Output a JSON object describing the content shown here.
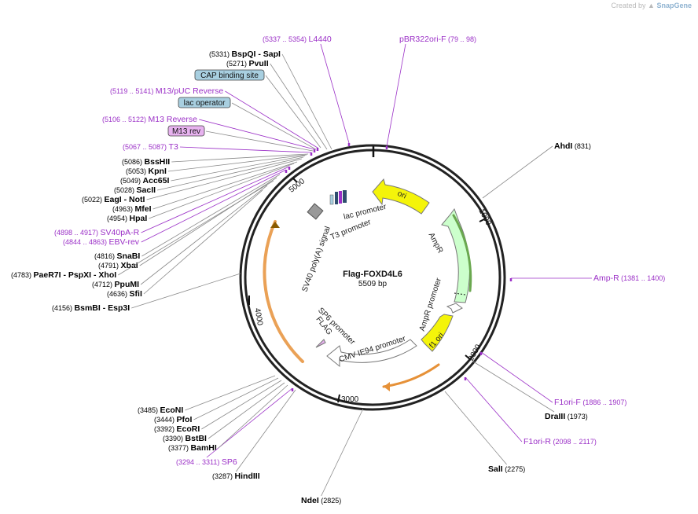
{
  "credit": {
    "prefix": "Created by",
    "brand": "SnapGene"
  },
  "plasmid": {
    "name": "Flag-FOXD4L6",
    "size": "5509 bp"
  },
  "ticks": [
    "1000",
    "2000",
    "3000",
    "4000",
    "5000"
  ],
  "sites": [
    {
      "id": "l4440",
      "pos": "(5337 .. 5354)",
      "name": "L4440",
      "kind": "primer"
    },
    {
      "id": "pbr322",
      "pos": "(79 .. 98)",
      "name": "pBR322ori-F",
      "kind": "primer"
    },
    {
      "id": "bspqi",
      "pos": "(5331)",
      "name": "BspQI",
      "name2": "SapI",
      "kind": "enzyme"
    },
    {
      "id": "pvuii",
      "pos": "(5271)",
      "name": "PvuII",
      "kind": "enzyme"
    },
    {
      "id": "cap",
      "name": "CAP binding site",
      "kind": "feature"
    },
    {
      "id": "m13puc",
      "pos": "(5119 .. 5141)",
      "name": "M13/pUC Reverse",
      "kind": "primer"
    },
    {
      "id": "lacop",
      "name": "lac operator",
      "kind": "feature"
    },
    {
      "id": "m13rev",
      "pos": "(5106 .. 5122)",
      "name": "M13 Reverse",
      "kind": "primer"
    },
    {
      "id": "m13revbox",
      "name": "M13 rev",
      "kind": "featurePurple"
    },
    {
      "id": "t3",
      "pos": "(5067 .. 5087)",
      "name": "T3",
      "kind": "primer"
    },
    {
      "id": "bsshii",
      "pos": "(5086)",
      "name": "BssHII",
      "kind": "enzyme"
    },
    {
      "id": "kpni",
      "pos": "(5053)",
      "name": "KpnI",
      "kind": "enzyme"
    },
    {
      "id": "acc65i",
      "pos": "(5049)",
      "name": "Acc65I",
      "kind": "enzyme"
    },
    {
      "id": "sacii",
      "pos": "(5028)",
      "name": "SacII",
      "kind": "enzyme"
    },
    {
      "id": "eagi",
      "pos": "(5022)",
      "name": "EagI",
      "name2": "NotI",
      "kind": "enzyme"
    },
    {
      "id": "mfei",
      "pos": "(4963)",
      "name": "MfeI",
      "kind": "enzyme"
    },
    {
      "id": "hpai",
      "pos": "(4954)",
      "name": "HpaI",
      "kind": "enzyme"
    },
    {
      "id": "sv40pa",
      "pos": "(4898 .. 4917)",
      "name": "SV40pA-R",
      "kind": "primer"
    },
    {
      "id": "ebv",
      "pos": "(4844 .. 4863)",
      "name": "EBV-rev",
      "kind": "primer"
    },
    {
      "id": "snabi",
      "pos": "(4816)",
      "name": "SnaBI",
      "kind": "enzyme"
    },
    {
      "id": "xbai",
      "pos": "(4791)",
      "name": "XbaI",
      "kind": "enzyme"
    },
    {
      "id": "paer7i",
      "pos": "(4783)",
      "name": "PaeR7I",
      "name2": "PspXI",
      "name3": "XhoI",
      "kind": "enzyme"
    },
    {
      "id": "ppumi",
      "pos": "(4712)",
      "name": "PpuMI",
      "kind": "enzyme"
    },
    {
      "id": "sfii",
      "pos": "(4636)",
      "name": "SfiI",
      "kind": "enzyme"
    },
    {
      "id": "bsmbi",
      "pos": "(4156)",
      "name": "BsmBI",
      "name2": "Esp3I",
      "kind": "enzyme"
    },
    {
      "id": "ahdi",
      "pos": "(831)",
      "name": "AhdI",
      "kind": "enzyme"
    },
    {
      "id": "ampr",
      "pos": "(1381 .. 1400)",
      "name": "Amp-R",
      "kind": "primer"
    },
    {
      "id": "f1orif",
      "pos": "(1886 .. 1907)",
      "name": "F1ori-F",
      "kind": "primer"
    },
    {
      "id": "draiii",
      "pos": "(1973)",
      "name": "DraIII",
      "kind": "enzyme"
    },
    {
      "id": "f1orir",
      "pos": "(2098 .. 2117)",
      "name": "F1ori-R",
      "kind": "primer"
    },
    {
      "id": "sali",
      "pos": "(2275)",
      "name": "SalI",
      "kind": "enzyme"
    },
    {
      "id": "ndei",
      "pos": "(2825)",
      "name": "NdeI",
      "kind": "enzyme"
    },
    {
      "id": "hindiii",
      "pos": "(3287)",
      "name": "HindIII",
      "kind": "enzyme"
    },
    {
      "id": "sp6",
      "pos": "(3294 .. 3311)",
      "name": "SP6",
      "kind": "primer"
    },
    {
      "id": "bamhi",
      "pos": "(3377)",
      "name": "BamHI",
      "kind": "enzyme"
    },
    {
      "id": "bstbi",
      "pos": "(3390)",
      "name": "BstBI",
      "kind": "enzyme"
    },
    {
      "id": "ecori",
      "pos": "(3392)",
      "name": "EcoRI",
      "kind": "enzyme"
    },
    {
      "id": "pfoi",
      "pos": "(3444)",
      "name": "PfoI",
      "kind": "enzyme"
    },
    {
      "id": "econi",
      "pos": "(3485)",
      "name": "EcoNI",
      "kind": "enzyme"
    }
  ],
  "features": {
    "ori": "ori",
    "ampr": "AmpR",
    "ampr_promoter": "AmpR promoter",
    "f1ori": "f1 ori",
    "cmv": "CMV IE94 promoter",
    "flag": "FLAG",
    "sp6": "SP6 promoter",
    "sv40": "SV40 poly(A) signal",
    "t3": "T3 promoter",
    "lac": "lac promoter"
  },
  "colors": {
    "enzyme": "#000000",
    "primer": "#9b30c7",
    "cap": "#a8cfe0",
    "m13": "#e7b2ef",
    "ori": "#f4f40a",
    "ampr": "#ccffcc",
    "orf": "#f7e0b5"
  }
}
